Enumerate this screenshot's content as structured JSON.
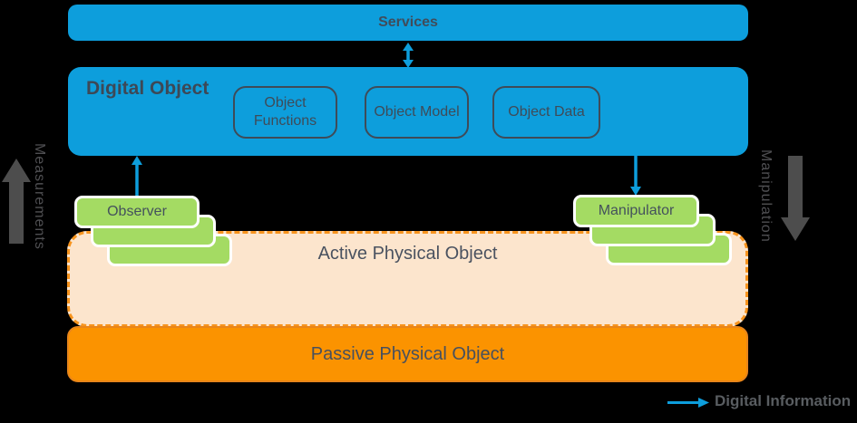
{
  "colors": {
    "background": "#000000",
    "blue": "#0D9EDC",
    "green": "#A4DB63",
    "green_border": "#FFFFFF",
    "peach": "#FCE5CD",
    "orange": "#FB9300",
    "orange_border": "#E8851A",
    "dashed_border": "#F7941E",
    "box_text": "#414C5A",
    "gray_arrow": "#4D4D4D",
    "legend_text": "#595D61"
  },
  "services": {
    "label": "Services"
  },
  "digital_object": {
    "label": "Digital Object",
    "child_boxes": [
      {
        "label": "Object Functions"
      },
      {
        "label": "Object Model"
      },
      {
        "label": "Object Data"
      }
    ]
  },
  "observer": {
    "label": "Observer"
  },
  "manipulator": {
    "label": "Manipulator"
  },
  "active_physical_object": {
    "label": "Active Physical Object"
  },
  "passive_physical_object": {
    "label": "Passive Physical Object"
  },
  "side_labels": {
    "left": "Measurements",
    "right": "Manipulation"
  },
  "legend": {
    "label": "Digital Information"
  }
}
